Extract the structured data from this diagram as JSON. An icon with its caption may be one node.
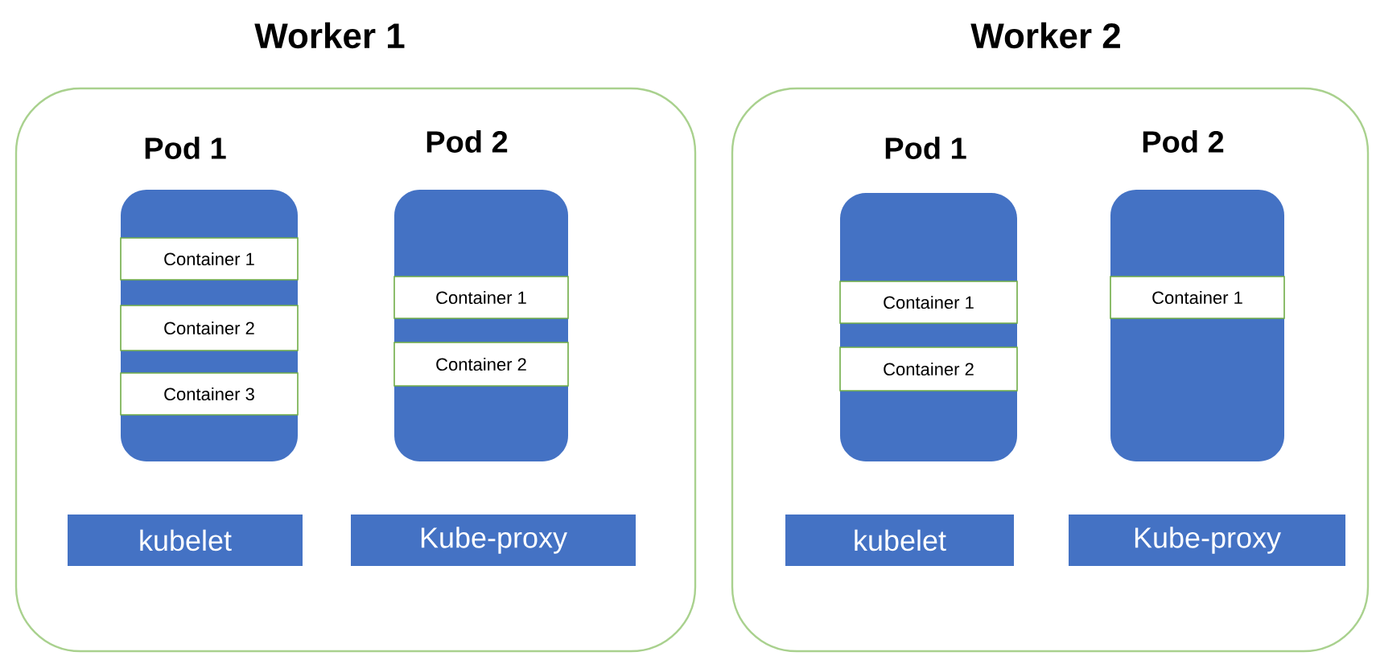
{
  "diagram": {
    "nodes": [
      {
        "text": [
          "Worker 1"
        ]
      },
      {
        "text": [
          "Pod 1"
        ],
        "in": 0
      },
      {
        "text": [
          "Container 1"
        ],
        "in": 1
      },
      {
        "text": [
          "Container 2"
        ],
        "in": 1
      },
      {
        "text": [
          "Container 3"
        ],
        "in": 1
      },
      {
        "text": [
          "Pod 2"
        ],
        "in": 0
      },
      {
        "text": [
          "Container 1"
        ],
        "in": 5
      },
      {
        "text": [
          "Container 2"
        ],
        "in": 5
      },
      {
        "text": [
          "kubelet"
        ],
        "in": 0
      },
      {
        "text": [
          "Kube-proxy"
        ],
        "in": 0
      },
      {
        "text": [
          "Worker 2"
        ]
      },
      {
        "text": [
          "Pod 1"
        ],
        "in": 10
      },
      {
        "text": [
          "Container 1"
        ],
        "in": 11
      },
      {
        "text": [
          "Container 2"
        ],
        "in": 11
      },
      {
        "text": [
          "Pod 2"
        ],
        "in": 10
      },
      {
        "text": [
          "Container 1"
        ],
        "in": 14
      },
      {
        "text": [
          "kubelet"
        ],
        "in": 10
      },
      {
        "text": [
          "Kube-proxy"
        ],
        "in": 10
      }
    ]
  }
}
